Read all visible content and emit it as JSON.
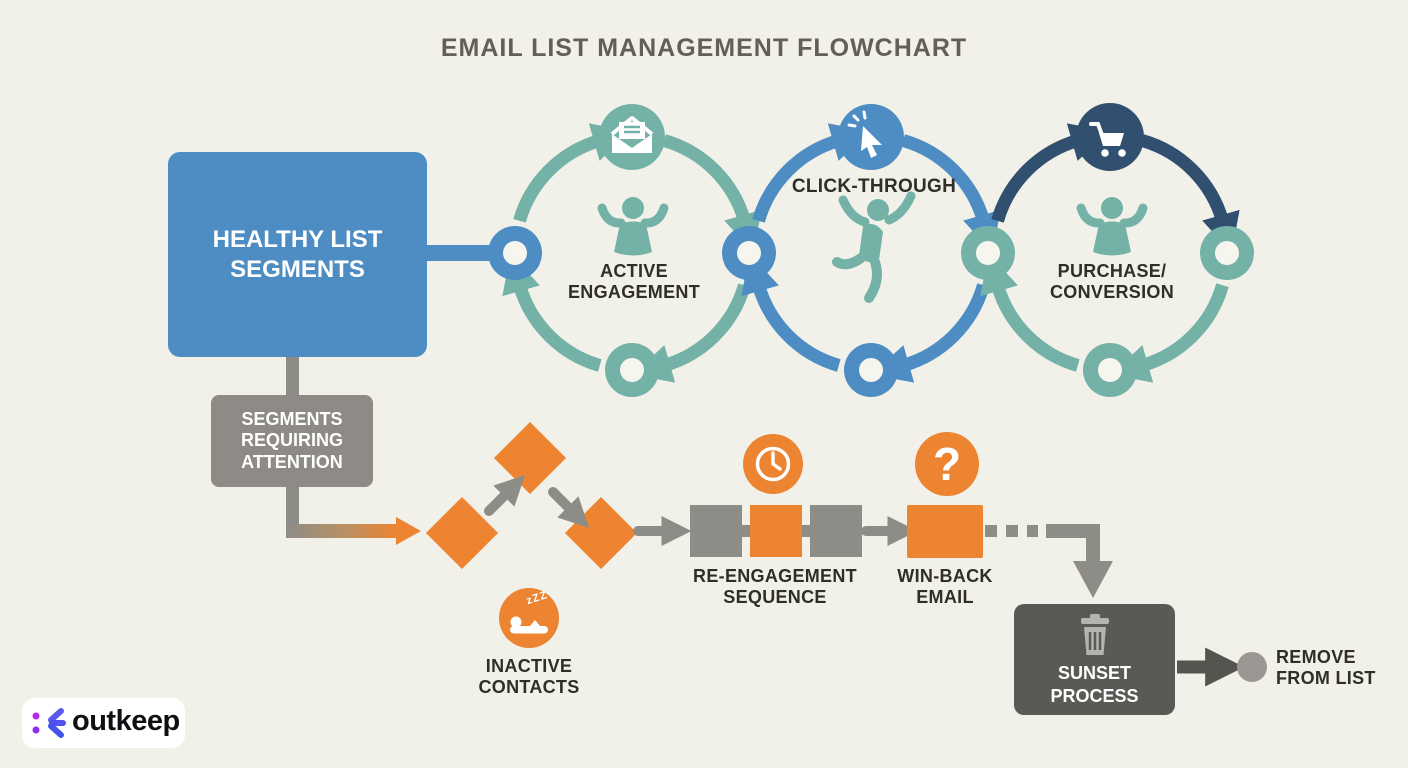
{
  "title": "EMAIL LIST MANAGEMENT FLOWCHART",
  "healthy_box": {
    "label": "HEALTHY LIST\nSEGMENTS"
  },
  "cycles": [
    {
      "label": "ACTIVE\nENGAGEMENT",
      "icon": "envelope-open-icon"
    },
    {
      "label": "CLICK-THROUGH",
      "icon": "cursor-click-icon"
    },
    {
      "label": "PURCHASE/\nCONVERSION",
      "icon": "shopping-cart-icon"
    }
  ],
  "attention_box": {
    "label": "SEGMENTS\nREQUIRING\nATTENTION"
  },
  "inactive": {
    "label": "INACTIVE\nCONTACTS",
    "zzz": "zZZ",
    "icon": "sleeping-contact-icon"
  },
  "reengagement": {
    "label": "RE-ENGAGEMENT\nSEQUENCE",
    "icon": "clock-icon"
  },
  "winback": {
    "label": "WIN-BACK\nEMAIL",
    "question_mark": "?",
    "icon": "question-icon"
  },
  "sunset": {
    "label": "SUNSET\nPROCESS",
    "icon": "trash-icon"
  },
  "remove": {
    "label": "REMOVE\nFROM LIST"
  },
  "logo": {
    "text": "outkeep",
    "icon": "outkeep-asterisk-icon"
  },
  "colors": {
    "background": "#f2f1e9",
    "teal": "#74b2a7",
    "blue": "#4d8dc3",
    "navy": "#31506f",
    "orange": "#ec8431",
    "gray": "#8e8c87",
    "dark_gray": "#5b5955",
    "text_dark": "#2f2e29",
    "title_text": "#615f58"
  }
}
